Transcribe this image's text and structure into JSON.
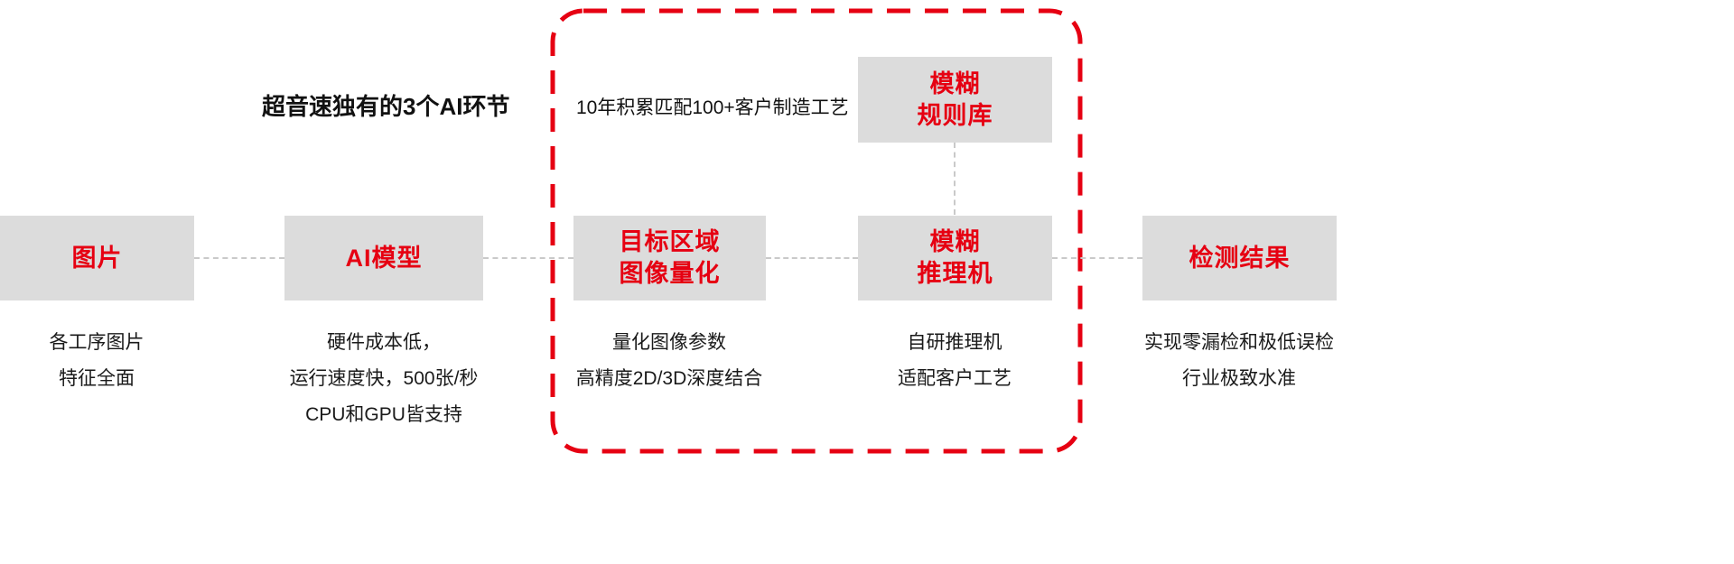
{
  "header": {
    "title": "超音速独有的3个AI环节",
    "annotation": "10年积累匹配100+客户制造工艺"
  },
  "colors": {
    "accent_red": "#e60012",
    "box_background": "#dcdcdc",
    "connector_gray": "#c9c9c9"
  },
  "nodes": {
    "image": {
      "label": "图片",
      "desc1": "各工序图片",
      "desc2": "特征全面"
    },
    "ai_model": {
      "label": "AI模型",
      "desc1": "硬件成本低，",
      "desc2": "运行速度快，500张/秒",
      "desc3": "CPU和GPU皆支持"
    },
    "target_region": {
      "label1": "目标区域",
      "label2": "图像量化",
      "desc1": "量化图像参数",
      "desc2": "高精度2D/3D深度结合"
    },
    "fuzzy_rules": {
      "label1": "模糊",
      "label2": "规则库"
    },
    "fuzzy_engine": {
      "label1": "模糊",
      "label2": "推理机",
      "desc1": "自研推理机",
      "desc2": "适配客户工艺"
    },
    "result": {
      "label": "检测结果",
      "desc1": "实现零漏检和极低误检",
      "desc2": "行业极致水准"
    }
  }
}
